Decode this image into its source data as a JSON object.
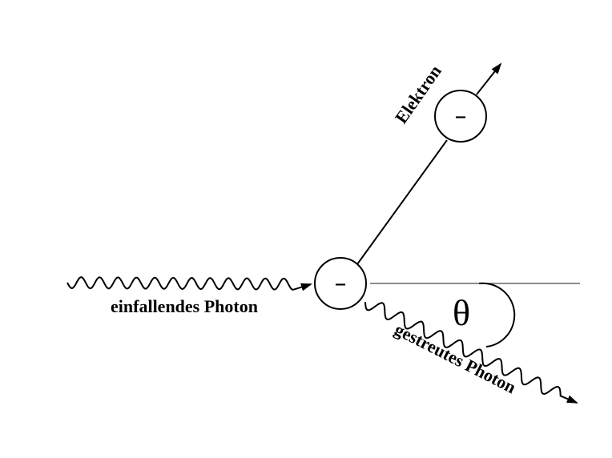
{
  "labels": {
    "electron": "Elektron",
    "incident_photon": "einfallendes Photon",
    "scattered_photon": "gestreutes Photon",
    "angle": "θ"
  },
  "particles": {
    "target_symbol": "–",
    "recoil_symbol": "–"
  },
  "colors": {
    "stroke": "#000000",
    "reference_line": "#666666",
    "background": "#ffffff"
  }
}
